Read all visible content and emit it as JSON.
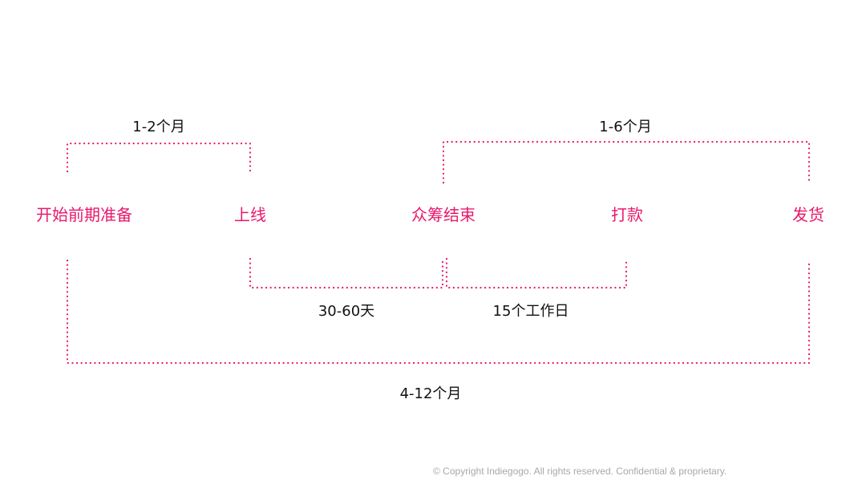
{
  "colors": {
    "accent": "#e8196e",
    "text": "#111111",
    "footer": "#a8a8a8"
  },
  "stages": [
    {
      "label": "开始前期准备"
    },
    {
      "label": "上线"
    },
    {
      "label": "众筹结束"
    },
    {
      "label": "打款"
    },
    {
      "label": "发货"
    }
  ],
  "durations": [
    {
      "label": "1-2个月",
      "from_stage": 0,
      "to_stage": 1,
      "position": "above"
    },
    {
      "label": "1-6个月",
      "from_stage": 2,
      "to_stage": 4,
      "position": "above"
    },
    {
      "label": "30-60天",
      "from_stage": 1,
      "to_stage": 2,
      "position": "below"
    },
    {
      "label": "15个工作日",
      "from_stage": 2,
      "to_stage": 3,
      "position": "below"
    },
    {
      "label": "4-12个月",
      "from_stage": 0,
      "to_stage": 4,
      "position": "below"
    }
  ],
  "footer": {
    "copyright": "© Copyright Indiegogo. All rights reserved. Confidential & proprietary."
  }
}
